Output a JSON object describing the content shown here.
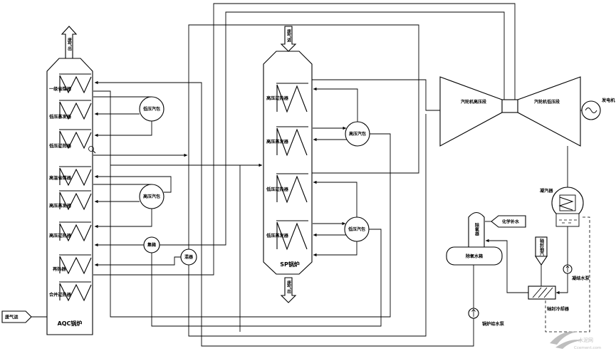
{
  "aqc": {
    "label": "AQC锅炉",
    "exhaust_out": "废气出",
    "exhaust_in": "废气进",
    "sections": [
      "一级省煤器",
      "低压蒸发器",
      "低压过热器",
      "高温省煤器",
      "高压蒸发器",
      "高压过热器",
      "再热器",
      "合并过热器"
    ],
    "lp_drum": "低压汽包",
    "hp_drum": "高压汽包",
    "header": "集箱",
    "mixer": "混器"
  },
  "sp": {
    "label": "SP锅炉",
    "exhaust_in": "废气进",
    "exhaust_out": "废气出",
    "sections": [
      "高压过热器",
      "高压蒸发器",
      "低压过热器",
      "低压蒸发器"
    ],
    "hp_drum": "高压汽包",
    "lp_drum": "低压汽包"
  },
  "turbine": {
    "hp": "汽轮机高压段",
    "lp": "汽轮机低压段"
  },
  "generator": "发电机",
  "condenser": "凝汽器",
  "condensate_pump": "凝结水泵",
  "deaerator": {
    "tank": "除氧水箱",
    "tower": "除氧器"
  },
  "makeup_water": "化学补水",
  "feed_pump": "锅炉给水泵",
  "seal_steam": "轴封抽汽",
  "seal_cooler": "轴封冷却器",
  "watermark": {
    "cn": "水泥网",
    "en": "Ccement.com"
  },
  "colors": {
    "line": "#000000",
    "background": "#ffffff",
    "watermark": "#a9a9a9"
  }
}
